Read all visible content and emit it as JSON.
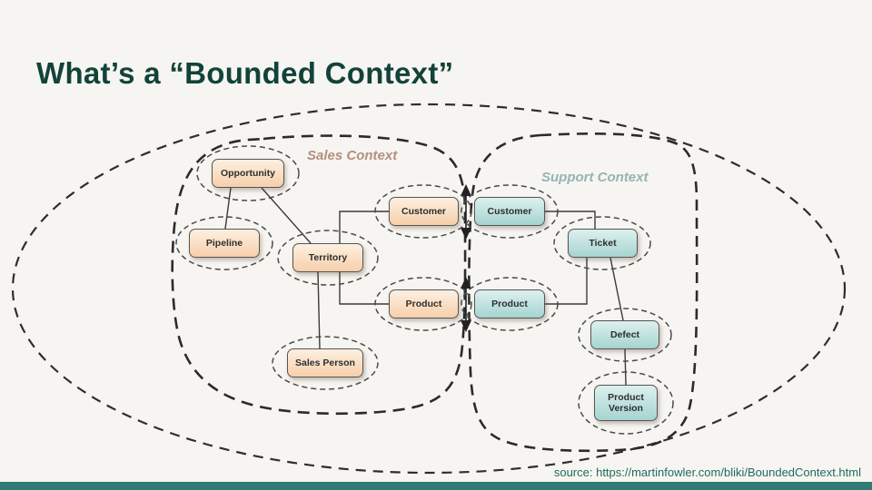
{
  "slide": {
    "title": "What’s a “Bounded Context”",
    "source": "source: https://martinfowler.com/bliki/BoundedContext.html"
  },
  "diagram": {
    "sales_label": "Sales Context",
    "support_label": "Support Context",
    "nodes": {
      "opportunity": "Opportunity",
      "pipeline": "Pipeline",
      "territory": "Territory",
      "customer_sales": "Customer",
      "product_sales": "Product",
      "sales_person": "Sales Person",
      "customer_support": "Customer",
      "product_support": "Product",
      "ticket": "Ticket",
      "defect": "Defect",
      "product_version": "Product Version"
    }
  },
  "colors": {
    "background": "#f7f5f1",
    "title_text": "#12433a",
    "sales_node_fill_top": "#fdf0e1",
    "sales_node_fill_bottom": "#f6cfab",
    "support_node_fill_top": "#ddf0ee",
    "support_node_fill_bottom": "#a5d4d1",
    "sales_label_text": "#b2907f",
    "support_label_text": "#92b5b5",
    "footer_bar": "#2f7d74",
    "source_text": "#1f6b5f",
    "line": "#3a3a3a"
  }
}
